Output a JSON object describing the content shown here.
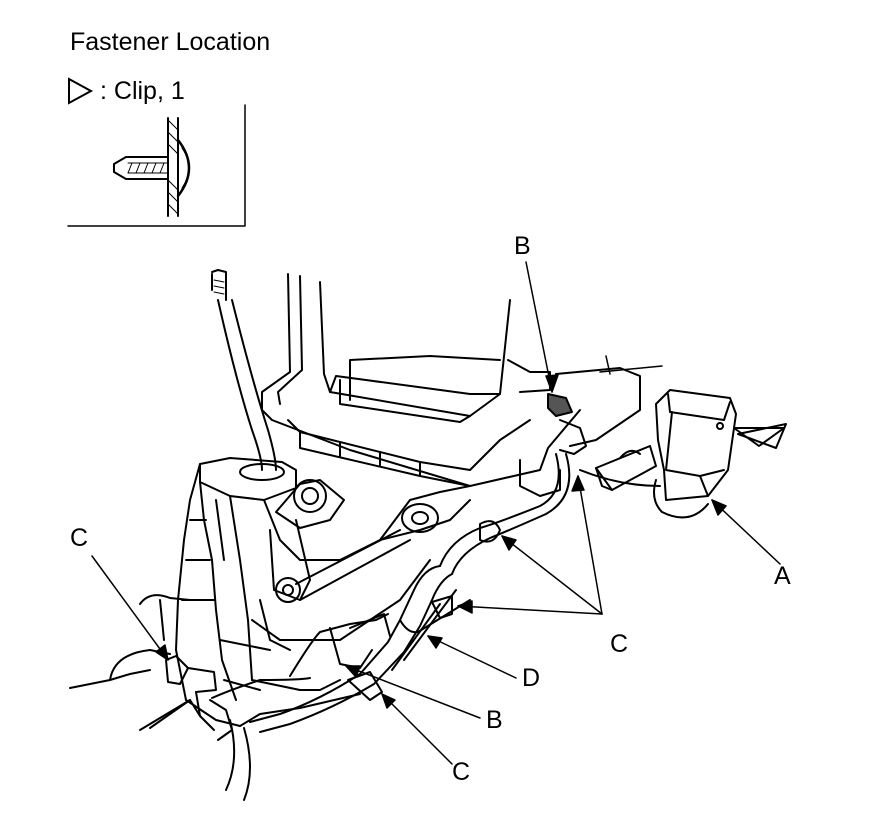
{
  "title": "Fastener Location",
  "legend": {
    "symbol": "triangle-outline-icon",
    "text": ": Clip, 1"
  },
  "callouts": {
    "c1": "C",
    "b_top": "B",
    "a": "A",
    "c_group": "C",
    "d": "D",
    "b_bottom": "B",
    "c_bottom": "C"
  }
}
